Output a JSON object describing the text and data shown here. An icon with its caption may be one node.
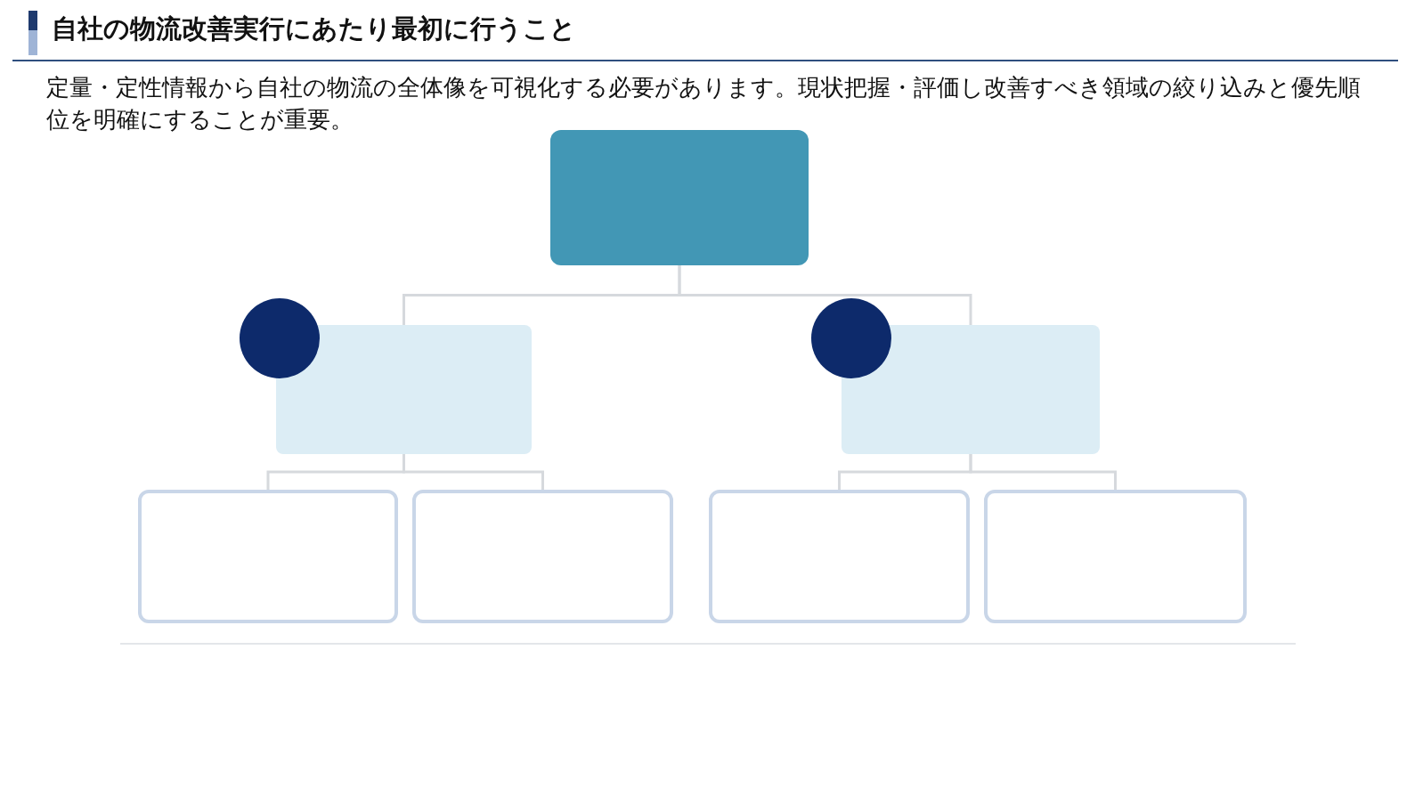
{
  "diagram": {
    "title": "自社の物流改善実行にあたり最初に行うこと",
    "nodes": [
      {
        "text": [],
        "shape": "box"
      },
      {
        "text": [],
        "shape": "circle"
      },
      {
        "text": [],
        "shape": "box"
      },
      {
        "text": [],
        "shape": "circle"
      },
      {
        "text": [],
        "shape": "box"
      },
      {
        "text": [],
        "shape": "box"
      },
      {
        "text": [],
        "shape": "box"
      },
      {
        "text": [],
        "shape": "box"
      },
      {
        "text": [],
        "shape": "box"
      }
    ],
    "edges": [
      {
        "from": 0,
        "to": 2,
        "arrow": "none"
      },
      {
        "from": 0,
        "to": 4,
        "arrow": "none"
      },
      {
        "from": 2,
        "to": 5,
        "arrow": "none"
      },
      {
        "from": 2,
        "to": 6,
        "arrow": "none"
      },
      {
        "from": 4,
        "to": 7,
        "arrow": "none"
      },
      {
        "from": 4,
        "to": 8,
        "arrow": "none"
      }
    ],
    "labels": [
      "定量・定性情報から自社の物流の全体像を可視化する必要があります。現状把握・評価し改善すべき領域の絞り込みと優先順位を明確にすることが重要。"
    ]
  }
}
